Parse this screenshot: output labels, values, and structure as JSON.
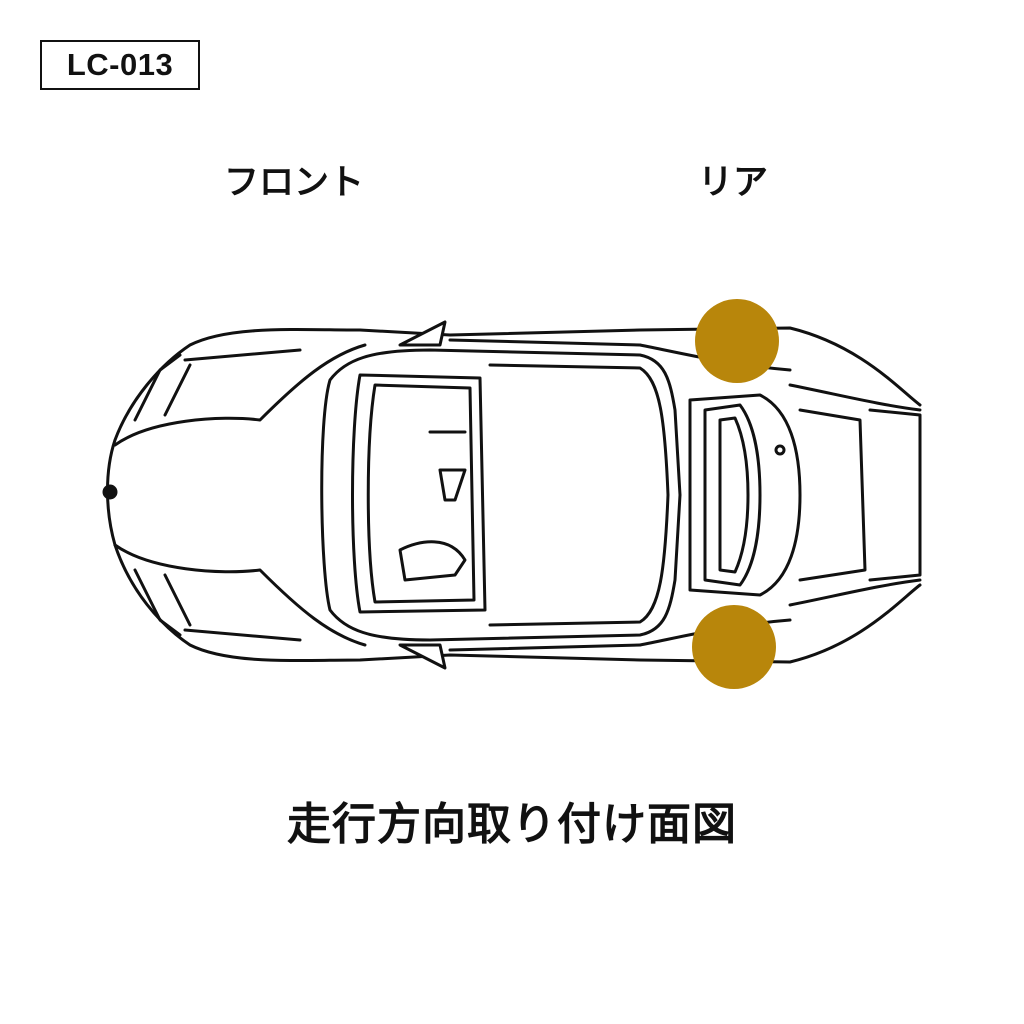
{
  "product_code": "LC-013",
  "labels": {
    "front": "フロント",
    "rear": "リア"
  },
  "caption": "走行方向取り付け面図",
  "icons": {
    "car": "car-top-view-icon",
    "marker": "mounting-point-marker-icon"
  },
  "colors": {
    "marker": "#b8860b",
    "line": "#111111",
    "background": "#ffffff"
  },
  "markers": [
    {
      "name": "rear-left-mount"
    },
    {
      "name": "rear-right-mount"
    }
  ]
}
